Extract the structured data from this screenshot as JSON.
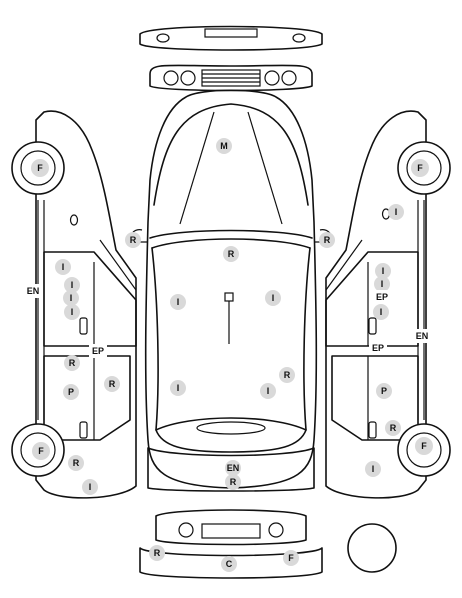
{
  "markers": [
    {
      "id": "roof",
      "code": "M"
    },
    {
      "id": "hood",
      "code": "R"
    },
    {
      "id": "mirror-left",
      "code": "R"
    },
    {
      "id": "mirror-right",
      "code": "R"
    },
    {
      "id": "interior-front-left",
      "code": "I"
    },
    {
      "id": "interior-front-right",
      "code": "I"
    },
    {
      "id": "interior-rear-left",
      "code": "I"
    },
    {
      "id": "interior-rear-right",
      "code": "I"
    },
    {
      "id": "rear-quarter-right",
      "code": "R"
    },
    {
      "id": "trunk-engine",
      "code": "EN"
    },
    {
      "id": "trunk-r",
      "code": "R"
    },
    {
      "id": "left-front-tire",
      "code": "F"
    },
    {
      "id": "left-rear-tire",
      "code": "F"
    },
    {
      "id": "right-front-tire",
      "code": "F"
    },
    {
      "id": "right-rear-tire",
      "code": "F"
    },
    {
      "id": "left-rocker",
      "code": "EN"
    },
    {
      "id": "right-rocker",
      "code": "EN"
    },
    {
      "id": "left-door-front-i1",
      "code": "I"
    },
    {
      "id": "left-door-front-i2",
      "code": "I"
    },
    {
      "id": "left-door-front-i3",
      "code": "I"
    },
    {
      "id": "left-door-front-i4",
      "code": "I"
    },
    {
      "id": "left-door-ep",
      "code": "EP"
    },
    {
      "id": "left-door-rear-r",
      "code": "R"
    },
    {
      "id": "left-door-rear-p",
      "code": "P"
    },
    {
      "id": "left-door-rear-r2",
      "code": "R"
    },
    {
      "id": "left-rear-fender-r",
      "code": "R"
    },
    {
      "id": "left-rear-fender-i",
      "code": "I"
    },
    {
      "id": "right-front-fender-i",
      "code": "I"
    },
    {
      "id": "right-door-front-i1",
      "code": "I"
    },
    {
      "id": "right-door-front-i2",
      "code": "I"
    },
    {
      "id": "right-door-front-ep",
      "code": "EP"
    },
    {
      "id": "right-door-front-i3",
      "code": "I"
    },
    {
      "id": "right-door-ep",
      "code": "EP"
    },
    {
      "id": "right-door-rear-p",
      "code": "P"
    },
    {
      "id": "right-rear-r",
      "code": "R"
    },
    {
      "id": "right-rear-i",
      "code": "I"
    },
    {
      "id": "rear-bumper-r",
      "code": "R"
    },
    {
      "id": "rear-bumper-c",
      "code": "C"
    },
    {
      "id": "rear-bumper-f",
      "code": "F"
    }
  ]
}
